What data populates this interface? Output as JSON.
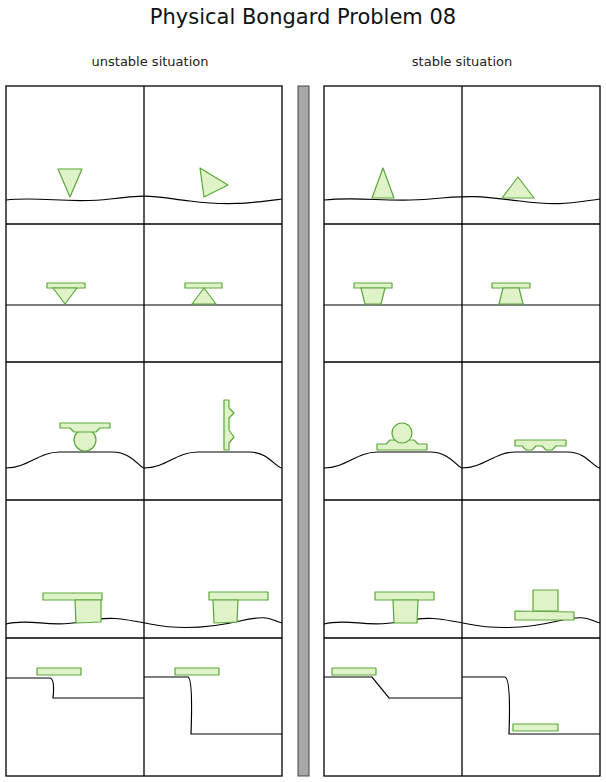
{
  "diagram": {
    "title": "Physical Bongard Problem 08",
    "labels": [
      "unstable situation",
      "stable situation"
    ]
  }
}
